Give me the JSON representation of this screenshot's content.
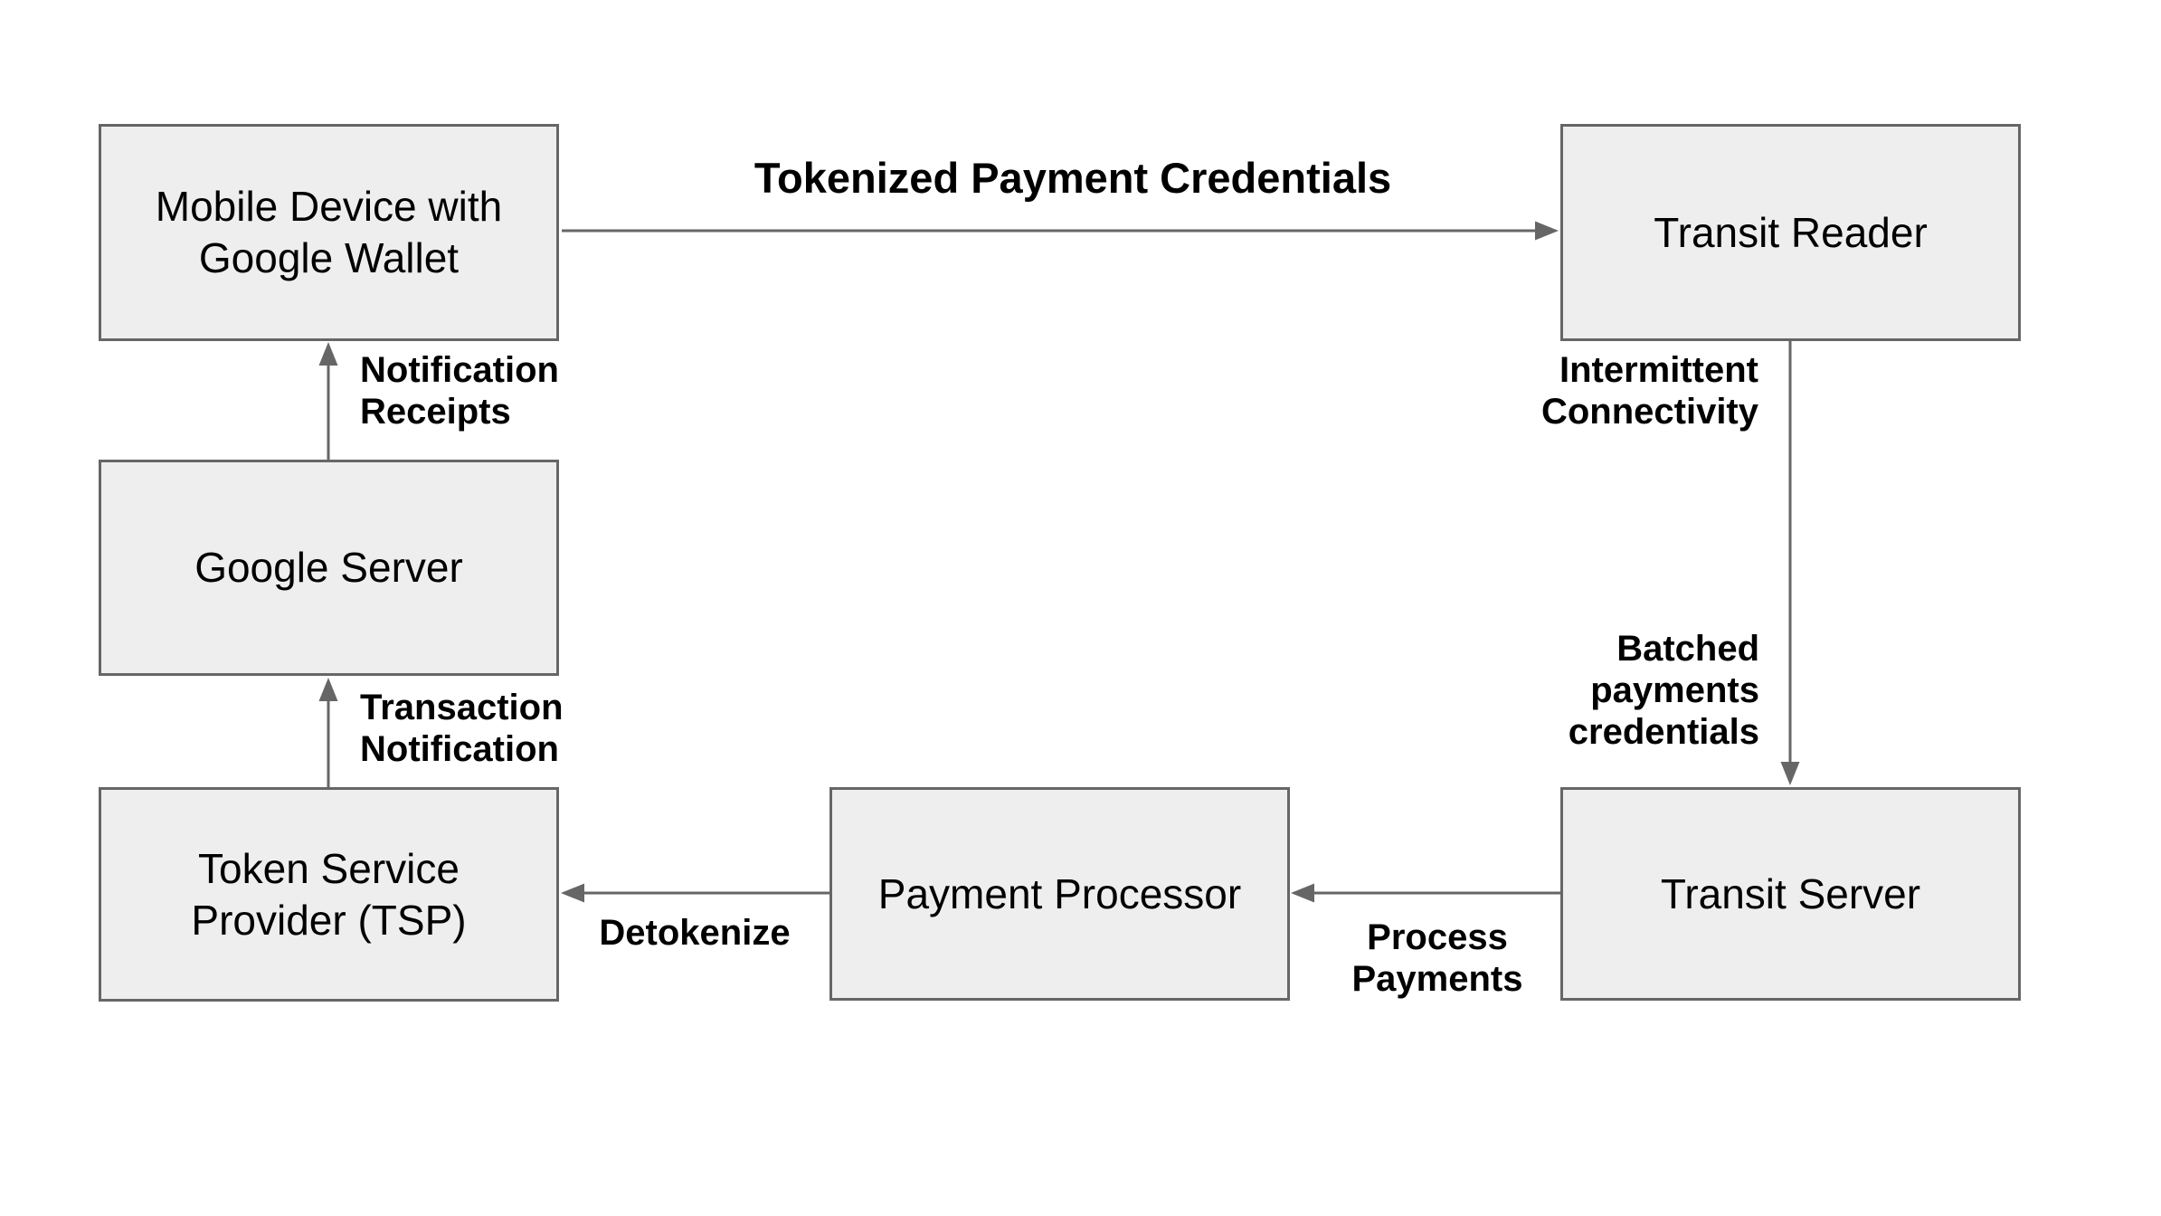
{
  "diagram": {
    "nodes": {
      "mobile_device": {
        "label": "Mobile Device with\nGoogle Wallet"
      },
      "transit_reader": {
        "label": "Transit Reader"
      },
      "google_server": {
        "label": "Google Server"
      },
      "tsp": {
        "label": "Token Service\nProvider (TSP)"
      },
      "payment_processor": {
        "label": "Payment Processor"
      },
      "transit_server": {
        "label": "Transit Server"
      }
    },
    "edges": {
      "tokenized_payment_credentials": {
        "label": "Tokenized Payment Credentials"
      },
      "notification_receipts": {
        "label": "Notification\nReceipts"
      },
      "transaction_notification": {
        "label": "Transaction\nNotification"
      },
      "intermittent_connectivity": {
        "label": "Intermittent\nConnectivity"
      },
      "batched_payments_credentials": {
        "label": "Batched\npayments\ncredentials"
      },
      "process_payments": {
        "label": "Process\nPayments"
      },
      "detokenize": {
        "label": "Detokenize"
      }
    },
    "colors": {
      "node_fill": "#eeeeee",
      "node_border": "#666666",
      "arrow": "#666666",
      "label_text": "#000000"
    }
  }
}
